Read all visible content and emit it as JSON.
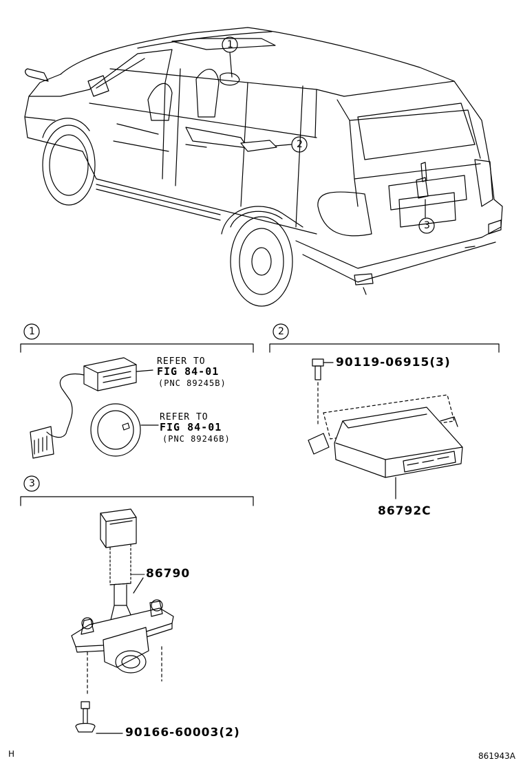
{
  "callouts": {
    "c1": "1",
    "c2": "2",
    "c3": "3"
  },
  "sections": {
    "s1": "1",
    "s2": "2",
    "s3": "3"
  },
  "refs": [
    {
      "line1": "REFER TO",
      "line2": "FIG 84-01",
      "line3": "(PNC 89245B)"
    },
    {
      "line1": "REFER TO",
      "line2": "FIG 84-01",
      "line3": "(PNC 89246B)"
    }
  ],
  "parts": {
    "bolt_ecu": "90119-06915(3)",
    "ecu": "86792C",
    "camera": "86790",
    "screw_camera": "90166-60003(2)"
  },
  "footer": {
    "left": "H",
    "right": "861943A"
  }
}
